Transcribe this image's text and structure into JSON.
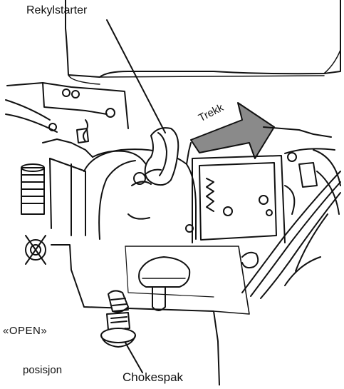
{
  "labels": {
    "recoil_starter": "Rekylstarter",
    "pull": "Trekk",
    "open_mode": "«OPEN»",
    "position": "posisjon",
    "choke_lever": "Chokespak"
  },
  "colors": {
    "line": "#111111",
    "arrow_fill": "#8a8a8a",
    "background": "#ffffff"
  }
}
